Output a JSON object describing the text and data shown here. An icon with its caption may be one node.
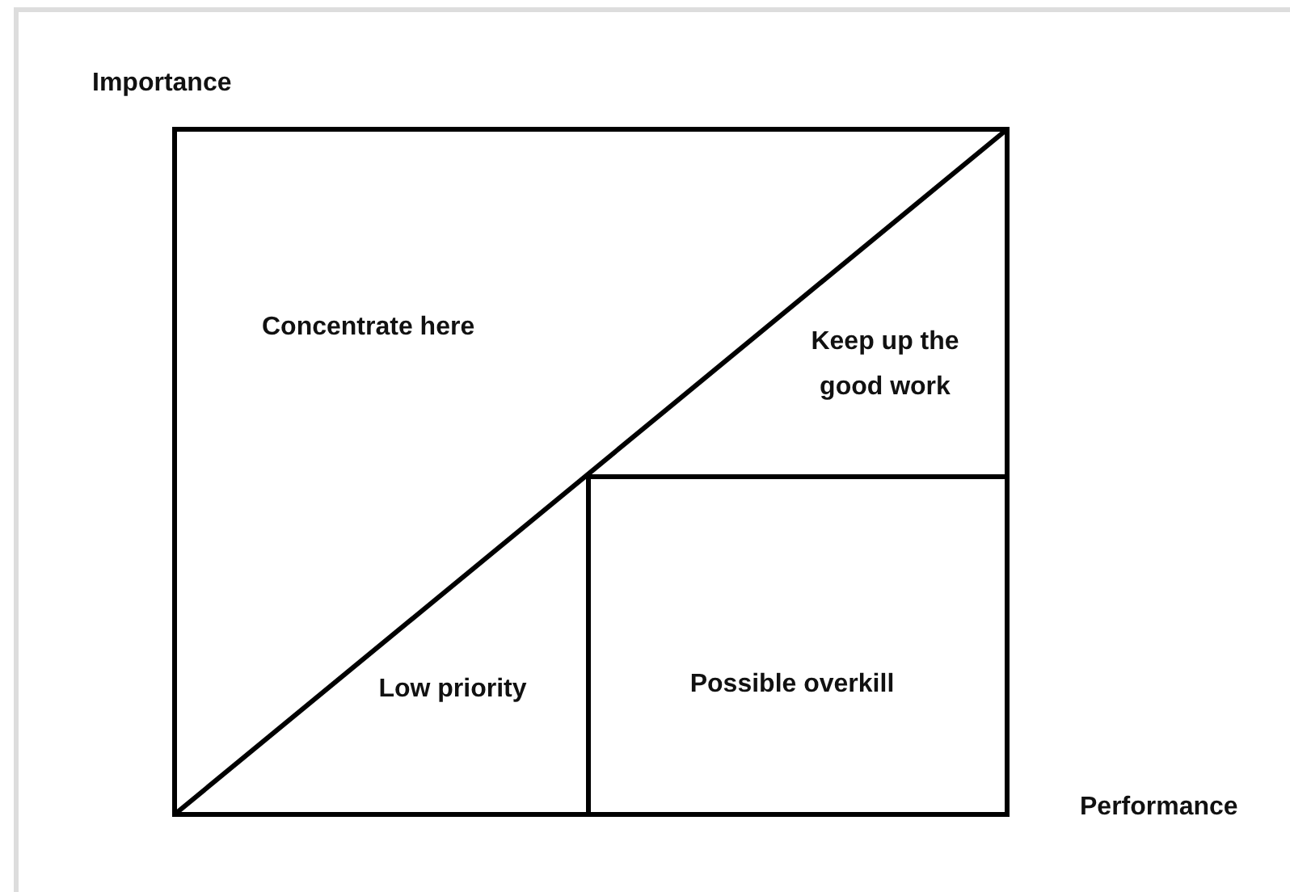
{
  "diagram": {
    "nodes": [
      {
        "text": [
          "Concentrate here"
        ]
      },
      {
        "text": [
          "Keep up the good work"
        ]
      },
      {
        "text": [
          "Low priority"
        ]
      },
      {
        "text": [
          "Possible overkill"
        ]
      }
    ],
    "labels": [
      "Importance",
      "Performance"
    ]
  }
}
